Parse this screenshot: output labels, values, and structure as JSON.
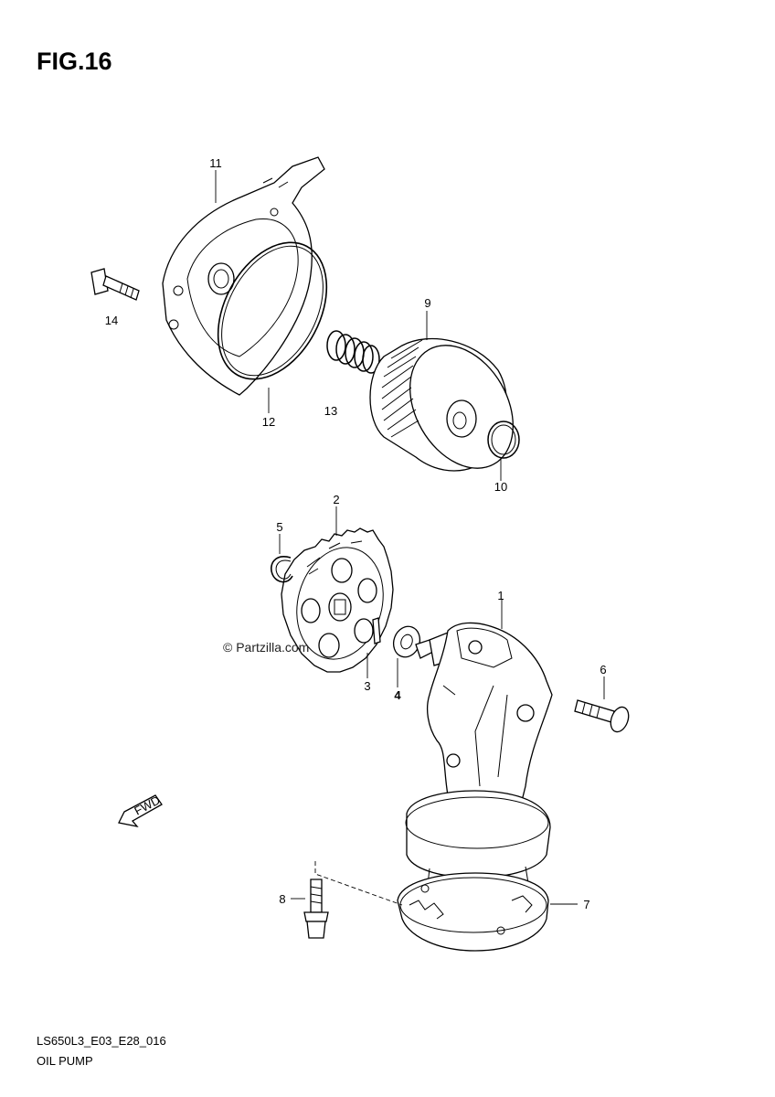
{
  "header": {
    "figure": "FIG.16"
  },
  "footer": {
    "code": "LS650L3_E03_E28_016",
    "name": "OIL PUMP"
  },
  "watermark": "© Partzilla.com",
  "fwd_label": "FWD",
  "callouts": [
    {
      "id": "p1",
      "label": "1"
    },
    {
      "id": "p2",
      "label": "2"
    },
    {
      "id": "p3",
      "label": "3"
    },
    {
      "id": "p4",
      "label": "4"
    },
    {
      "id": "p5",
      "label": "5"
    },
    {
      "id": "p6",
      "label": "6"
    },
    {
      "id": "p7",
      "label": "7"
    },
    {
      "id": "p8",
      "label": "8"
    },
    {
      "id": "p9",
      "label": "9"
    },
    {
      "id": "p10",
      "label": "10"
    },
    {
      "id": "p11",
      "label": "11"
    },
    {
      "id": "p12",
      "label": "12"
    },
    {
      "id": "p13",
      "label": "13"
    },
    {
      "id": "p14",
      "label": "14"
    }
  ]
}
